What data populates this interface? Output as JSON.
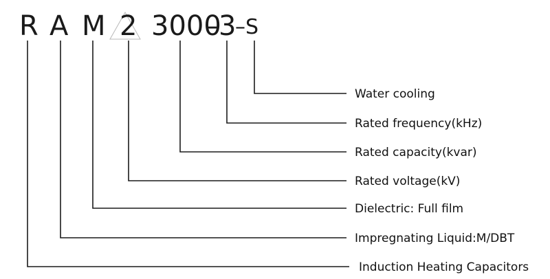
{
  "model_code": {
    "c1": "R",
    "c2": "A",
    "c3": "M",
    "c4": "2",
    "c5": "3000",
    "c6": "–3",
    "c7": "–S"
  },
  "labels": {
    "water_cooling": "Water cooling",
    "rated_frequency": "Rated frequency(kHz)",
    "rated_capacity": "Rated capacity(kvar)",
    "rated_voltage": "Rated voltage(kV)",
    "dielectric": "Dielectric: Full film",
    "impregnating_liquid": "Impregnating Liquid:M/DBT",
    "product_name": "Induction Heating Capacitors"
  }
}
